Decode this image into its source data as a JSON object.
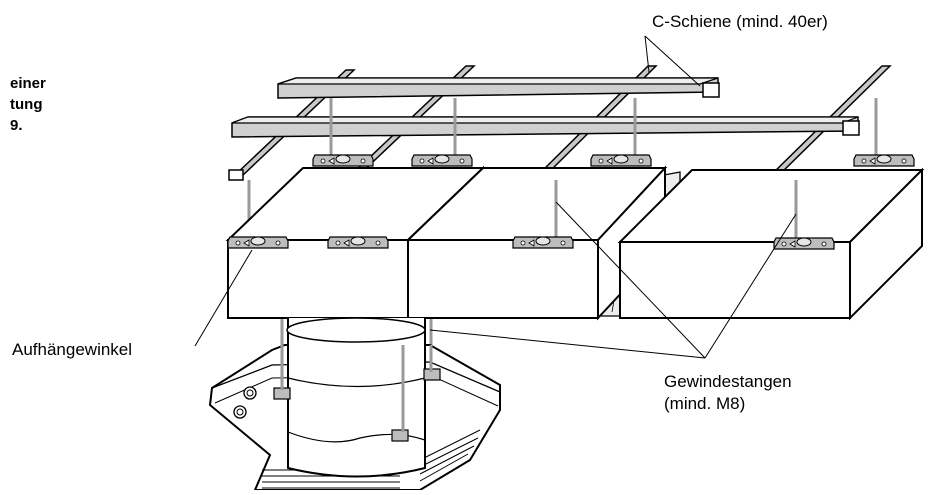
{
  "labels": {
    "c_rail": "C-Schiene (mind. 40er)",
    "bracket": "Aufhängewinkel",
    "rods_line1": "Gewindestangen",
    "rods_line2": "(mind. M8)"
  },
  "partial_text": {
    "line1": "einer",
    "line2": "tung",
    "line3": "9."
  }
}
